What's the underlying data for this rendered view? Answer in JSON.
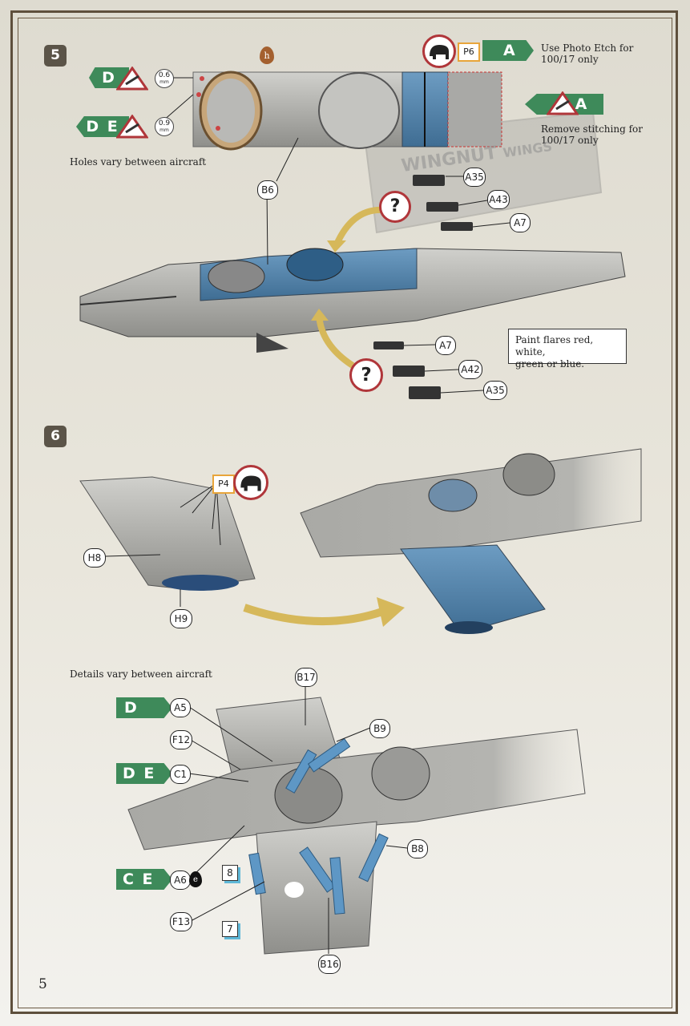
{
  "page_number": "5",
  "step5": {
    "number": "5",
    "flag_d": "D",
    "flag_de": "D E",
    "hole_06": "0.6",
    "hole_09": "0.9",
    "hole_unit": "mm",
    "marker_h": "h",
    "holes_note": "Holes vary between aircraft",
    "pe_tag": "P6",
    "flag_a_top": "A",
    "photo_etch_note": [
      "Use Photo Etch for",
      "100/17 only"
    ],
    "flag_a_right": "A",
    "stitching_note": [
      "Remove stitching for",
      "100/17 only"
    ],
    "callouts": [
      "B6",
      "A35",
      "A43",
      "A7",
      "A7",
      "A42",
      "A35"
    ],
    "question_mark": "?",
    "paint_note": [
      "Paint flares red, white,",
      "green or blue."
    ],
    "watermark": [
      "WINGNUT",
      "WINGS"
    ]
  },
  "step6": {
    "number": "6",
    "pe_tag": "P4",
    "callouts_top": [
      "H8",
      "H9"
    ],
    "details_note": "Details vary between aircraft",
    "flag_d": "D",
    "flag_de": "D E",
    "flag_ce": "C E",
    "callouts_bottom": [
      "A5",
      "F12",
      "C1",
      "A6",
      "F13",
      "B17",
      "B9",
      "B8",
      "B16"
    ],
    "marker_e": "e",
    "square_8": "8",
    "square_7": "7"
  },
  "colors": {
    "flag_green": "#3e8a5a",
    "warning_red": "#b0363a",
    "fabric_blue": "#4d7ea6",
    "fuselage_grey": "#b7b7b3",
    "pe_orange": "#e8a53a",
    "arrow_yellow": "#d6b85a",
    "square_cyan": "#5fb8d8"
  }
}
